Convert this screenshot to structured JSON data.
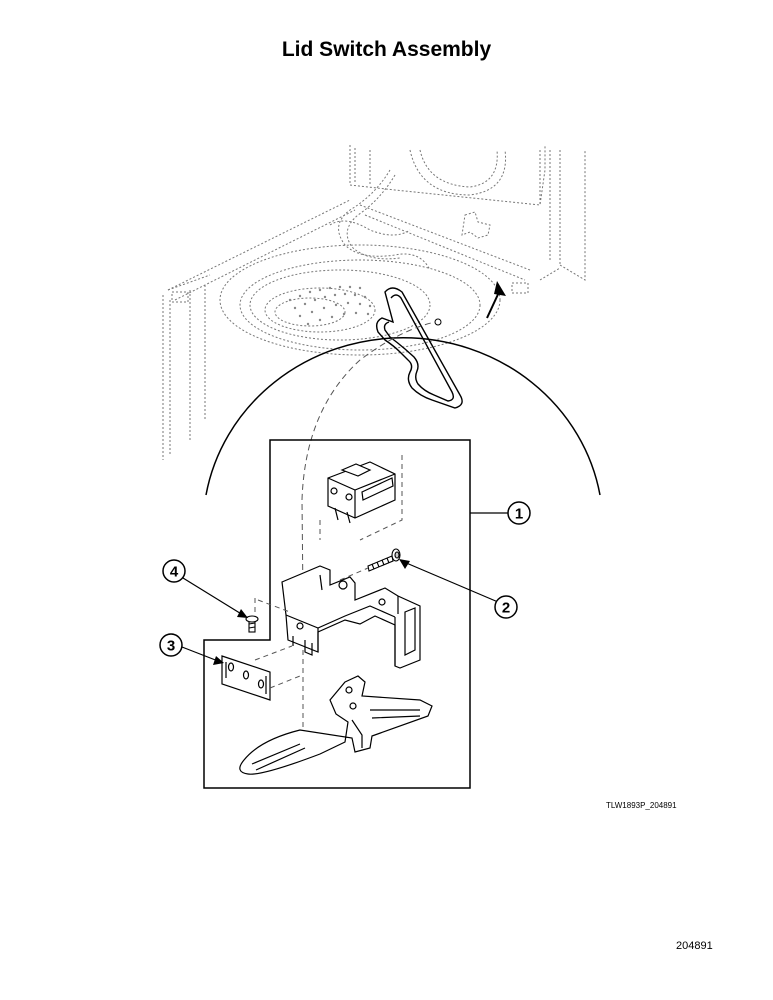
{
  "title": "Lid Switch Assembly",
  "figure_code": "TLW1893P_204891",
  "page_number": "204891",
  "callouts": [
    {
      "label": "1",
      "part": "lid-switch-assembly"
    },
    {
      "label": "2",
      "part": "screw"
    },
    {
      "label": "3",
      "part": "nut-plate"
    },
    {
      "label": "4",
      "part": "screw"
    }
  ]
}
